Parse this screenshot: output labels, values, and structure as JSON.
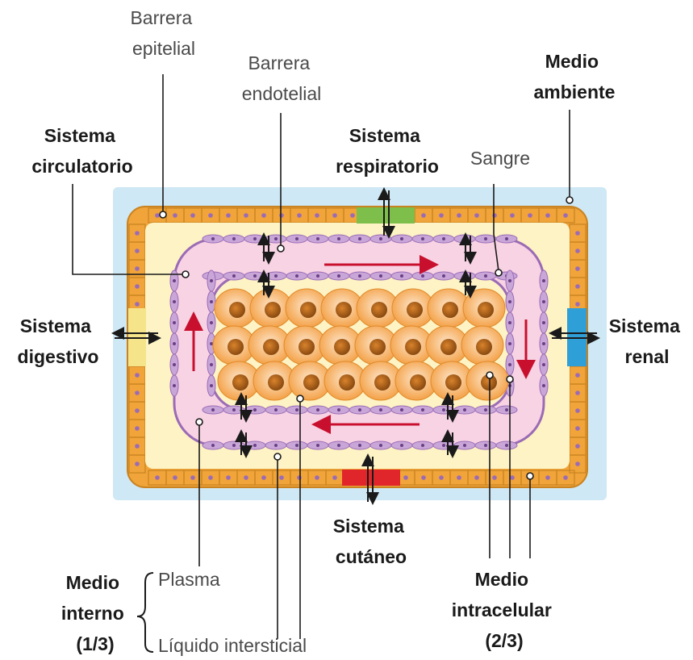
{
  "labels": {
    "barrera_epitelial": [
      "Barrera",
      "epitelial"
    ],
    "barrera_endotelial": [
      "Barrera",
      "endotelial"
    ],
    "medio_ambiente": [
      "Medio",
      "ambiente"
    ],
    "sistema_circulatorio": [
      "Sistema",
      "circulatorio"
    ],
    "sistema_respiratorio": [
      "Sistema",
      "respiratorio"
    ],
    "sangre": "Sangre",
    "sistema_digestivo": [
      "Sistema",
      "digestivo"
    ],
    "sistema_renal": [
      "Sistema",
      "renal"
    ],
    "sistema_cutaneo": [
      "Sistema",
      "cutáneo"
    ],
    "medio_interno": [
      "Medio",
      "interno",
      "(1/3)"
    ],
    "plasma": "Plasma",
    "liquido_intersticial": "Líquido intersticial",
    "medio_intracelular": [
      "Medio",
      "intracelular",
      "(2/3)"
    ]
  },
  "colors": {
    "environment": "#cfe8f5",
    "epithelial_cell": "#f0a43a",
    "interstitial": "#fdf3c4",
    "plasma": "#f8d3e4",
    "endothelial_cell": "#c9a6d8",
    "intracellular_cell": "#f3a65a",
    "respiratory_gate": "#7dbf4a",
    "renal_gate": "#2f9fd8",
    "cutaneous_gate": "#e0262b",
    "digestive_gate": "#f5e48a",
    "flow_arrow": "#c8102e"
  }
}
